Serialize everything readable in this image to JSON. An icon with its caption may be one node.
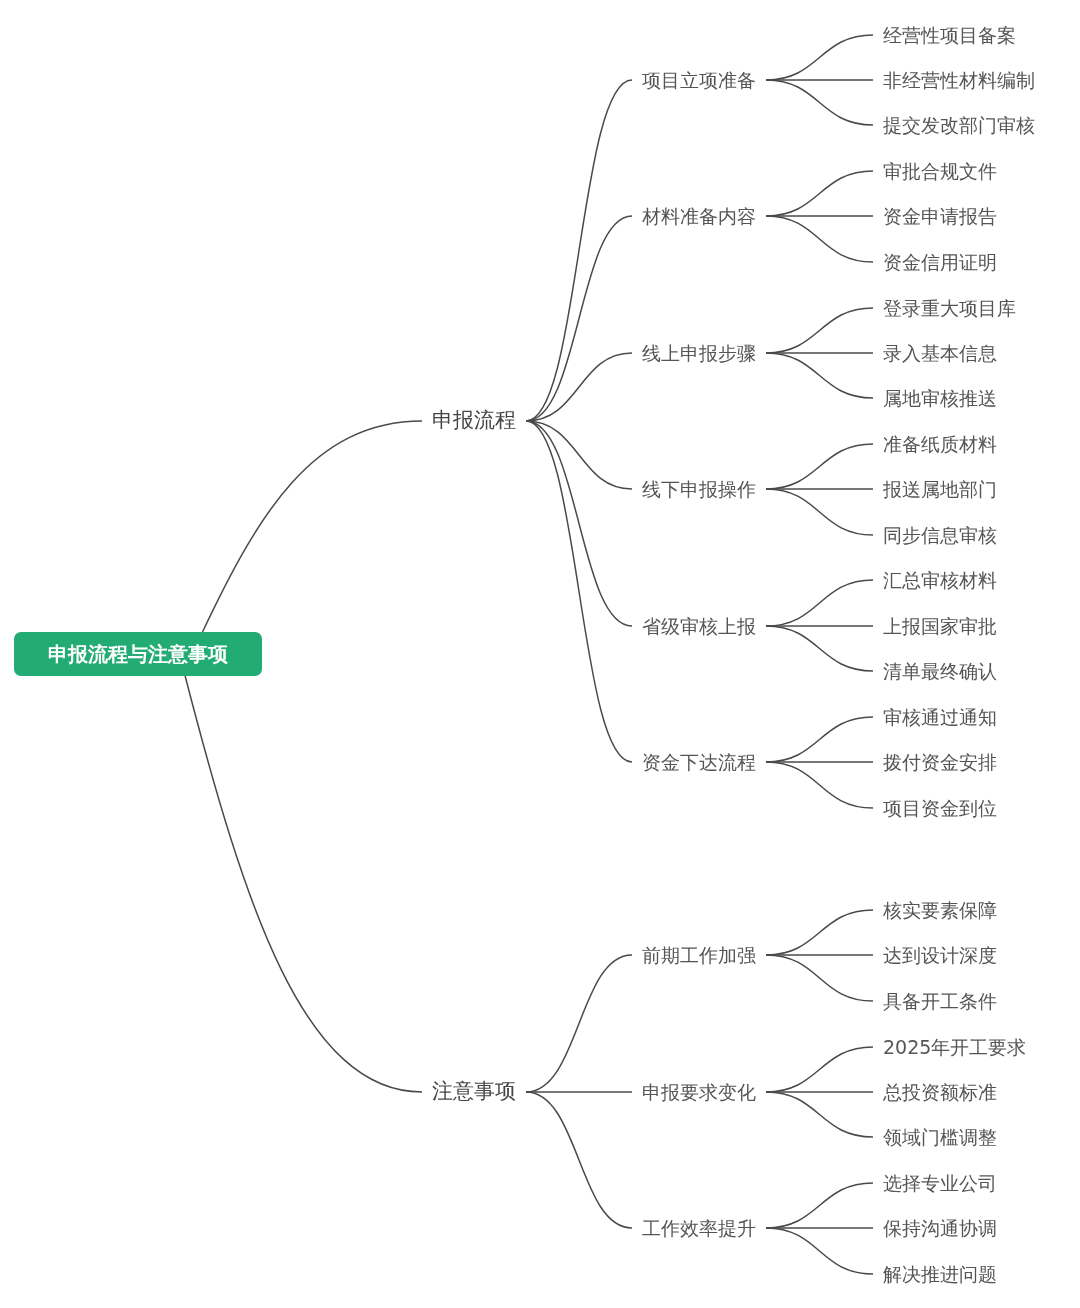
{
  "diagram": {
    "nodes": [
      {
        "text": [
          "申报流程与注意事项"
        ]
      },
      {
        "text": [
          "申报流程"
        ]
      },
      {
        "text": [
          "项目立项准备"
        ]
      },
      {
        "text": [
          "经营性项目备案"
        ]
      },
      {
        "text": [
          "非经营性材料编制"
        ]
      },
      {
        "text": [
          "提交发改部门审核"
        ]
      },
      {
        "text": [
          "材料准备内容"
        ]
      },
      {
        "text": [
          "审批合规文件"
        ]
      },
      {
        "text": [
          "资金申请报告"
        ]
      },
      {
        "text": [
          "资金信用证明"
        ]
      },
      {
        "text": [
          "线上申报步骤"
        ]
      },
      {
        "text": [
          "登录重大项目库"
        ]
      },
      {
        "text": [
          "录入基本信息"
        ]
      },
      {
        "text": [
          "属地审核推送"
        ]
      },
      {
        "text": [
          "线下申报操作"
        ]
      },
      {
        "text": [
          "准备纸质材料"
        ]
      },
      {
        "text": [
          "报送属地部门"
        ]
      },
      {
        "text": [
          "同步信息审核"
        ]
      },
      {
        "text": [
          "省级审核上报"
        ]
      },
      {
        "text": [
          "汇总审核材料"
        ]
      },
      {
        "text": [
          "上报国家审批"
        ]
      },
      {
        "text": [
          "清单最终确认"
        ]
      },
      {
        "text": [
          "资金下达流程"
        ]
      },
      {
        "text": [
          "审核通过通知"
        ]
      },
      {
        "text": [
          "拨付资金安排"
        ]
      },
      {
        "text": [
          "项目资金到位"
        ]
      },
      {
        "text": [
          "注意事项"
        ]
      },
      {
        "text": [
          "前期工作加强"
        ]
      },
      {
        "text": [
          "核实要素保障"
        ]
      },
      {
        "text": [
          "达到设计深度"
        ]
      },
      {
        "text": [
          "具备开工条件"
        ]
      },
      {
        "text": [
          "申报要求变化"
        ]
      },
      {
        "text": [
          "2025年开工要求"
        ]
      },
      {
        "text": [
          "总投资额标准"
        ]
      },
      {
        "text": [
          "领域门槛调整"
        ]
      },
      {
        "text": [
          "工作效率提升"
        ]
      },
      {
        "text": [
          "选择专业公司"
        ]
      },
      {
        "text": [
          "保持沟通协调"
        ]
      },
      {
        "text": [
          "解决推进问题"
        ]
      }
    ],
    "edges": [
      {
        "from": 0,
        "to": 1,
        "arrow": "none"
      },
      {
        "from": 0,
        "to": 26,
        "arrow": "none"
      },
      {
        "from": 1,
        "to": 2,
        "arrow": "none"
      },
      {
        "from": 1,
        "to": 6,
        "arrow": "none"
      },
      {
        "from": 1,
        "to": 10,
        "arrow": "none"
      },
      {
        "from": 1,
        "to": 14,
        "arrow": "none"
      },
      {
        "from": 1,
        "to": 18,
        "arrow": "none"
      },
      {
        "from": 1,
        "to": 22,
        "arrow": "none"
      },
      {
        "from": 2,
        "to": 3,
        "arrow": "none"
      },
      {
        "from": 2,
        "to": 4,
        "arrow": "none"
      },
      {
        "from": 2,
        "to": 5,
        "arrow": "none"
      },
      {
        "from": 6,
        "to": 7,
        "arrow": "none"
      },
      {
        "from": 6,
        "to": 8,
        "arrow": "none"
      },
      {
        "from": 6,
        "to": 9,
        "arrow": "none"
      },
      {
        "from": 10,
        "to": 11,
        "arrow": "none"
      },
      {
        "from": 10,
        "to": 12,
        "arrow": "none"
      },
      {
        "from": 10,
        "to": 13,
        "arrow": "none"
      },
      {
        "from": 14,
        "to": 15,
        "arrow": "none"
      },
      {
        "from": 14,
        "to": 16,
        "arrow": "none"
      },
      {
        "from": 14,
        "to": 17,
        "arrow": "none"
      },
      {
        "from": 18,
        "to": 19,
        "arrow": "none"
      },
      {
        "from": 18,
        "to": 20,
        "arrow": "none"
      },
      {
        "from": 18,
        "to": 21,
        "arrow": "none"
      },
      {
        "from": 22,
        "to": 23,
        "arrow": "none"
      },
      {
        "from": 22,
        "to": 24,
        "arrow": "none"
      },
      {
        "from": 22,
        "to": 25,
        "arrow": "none"
      },
      {
        "from": 26,
        "to": 27,
        "arrow": "none"
      },
      {
        "from": 26,
        "to": 31,
        "arrow": "none"
      },
      {
        "from": 26,
        "to": 35,
        "arrow": "none"
      },
      {
        "from": 27,
        "to": 28,
        "arrow": "none"
      },
      {
        "from": 27,
        "to": 29,
        "arrow": "none"
      },
      {
        "from": 27,
        "to": 30,
        "arrow": "none"
      },
      {
        "from": 31,
        "to": 32,
        "arrow": "none"
      },
      {
        "from": 31,
        "to": 33,
        "arrow": "none"
      },
      {
        "from": 31,
        "to": 34,
        "arrow": "none"
      },
      {
        "from": 35,
        "to": 36,
        "arrow": "none"
      },
      {
        "from": 35,
        "to": 37,
        "arrow": "none"
      },
      {
        "from": 35,
        "to": 38,
        "arrow": "none"
      }
    ]
  }
}
